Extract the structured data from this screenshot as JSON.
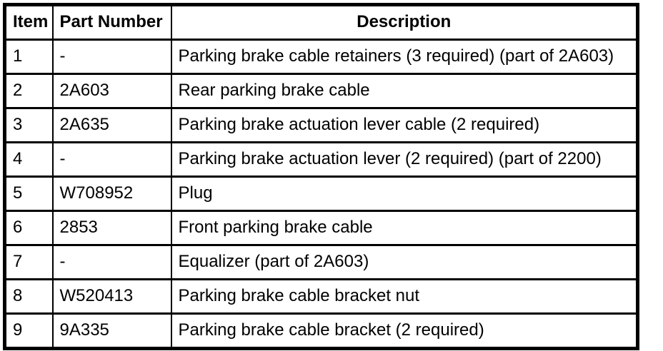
{
  "colors": {
    "border": "#000000",
    "background": "#ffffff",
    "text": "#000000"
  },
  "table": {
    "headers": {
      "item": "Item",
      "part_number": "Part Number",
      "description": "Description"
    },
    "rows": [
      {
        "item": "1",
        "part_number": "-",
        "description": "Parking brake cable retainers (3 required) (part of 2A603)"
      },
      {
        "item": "2",
        "part_number": "2A603",
        "description": "Rear parking brake cable"
      },
      {
        "item": "3",
        "part_number": "2A635",
        "description": "Parking brake actuation lever cable (2 required)"
      },
      {
        "item": "4",
        "part_number": "-",
        "description": "Parking brake actuation lever (2 required) (part of 2200)"
      },
      {
        "item": "5",
        "part_number": "W708952",
        "description": "Plug"
      },
      {
        "item": "6",
        "part_number": "2853",
        "description": "Front parking brake cable"
      },
      {
        "item": "7",
        "part_number": "-",
        "description": "Equalizer (part of 2A603)"
      },
      {
        "item": "8",
        "part_number": "W520413",
        "description": "Parking brake cable bracket nut"
      },
      {
        "item": "9",
        "part_number": "9A335",
        "description": "Parking brake cable bracket (2 required)"
      }
    ]
  }
}
